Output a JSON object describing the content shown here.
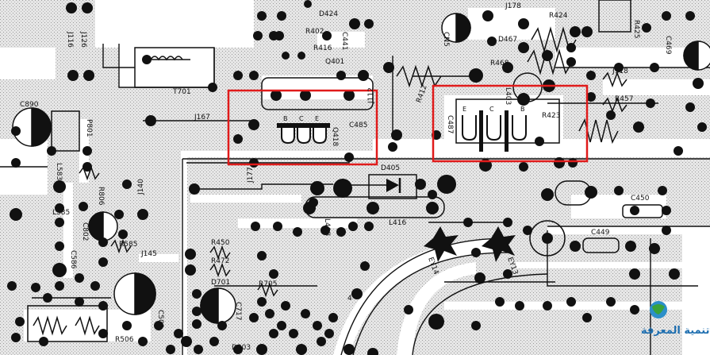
{
  "colors": {
    "board": "#dedede",
    "trace": "#ffffff",
    "pad": "#111111",
    "ink": "#111111",
    "highlight": "#e01b1b"
  },
  "labels": {
    "j116": "J116",
    "j126": "J126",
    "t701": "T701",
    "r402": "R402",
    "d424": "D424",
    "c441": "C441",
    "q401": "Q401",
    "r416": "R416",
    "cn5": "CN5",
    "j178": "J178",
    "r424": "R424",
    "d467": "D467",
    "r425": "R425",
    "r468": "R468",
    "j118": "J118",
    "c469": "C469",
    "p801": "P801",
    "j167": "J167",
    "c485": "C485",
    "q418": "Q418",
    "j112": "J112",
    "r412": "R412",
    "c487": "C487",
    "l403": "L403",
    "r423": "R423",
    "r457": "R457",
    "j177": "J177",
    "d405": "D405",
    "l416": "L416",
    "l408": "L408",
    "c450": "C450",
    "c449": "C449",
    "r450": "R450",
    "r472": "R472",
    "d701": "D701",
    "r705": "R705",
    "c717": "C717",
    "j145": "J145",
    "r506": "R506",
    "r806": "R806",
    "c502": "C502",
    "d303": "D303",
    "l583": "L583",
    "l585": "L585",
    "c586": "C586",
    "r585": "R585",
    "j140": "J140",
    "c890": "C890",
    "c802": "C802",
    "ey14": "EY14",
    "ey13": "EY13",
    "q418_pins": [
      "B",
      "C",
      "E"
    ],
    "c487_pins": [
      "E",
      "C",
      "B"
    ],
    "pin4": "4"
  },
  "watermark": "ﺗﻨﻤﻴﺔ ﺍﻟﻤﻌﺮﻓﺔ"
}
